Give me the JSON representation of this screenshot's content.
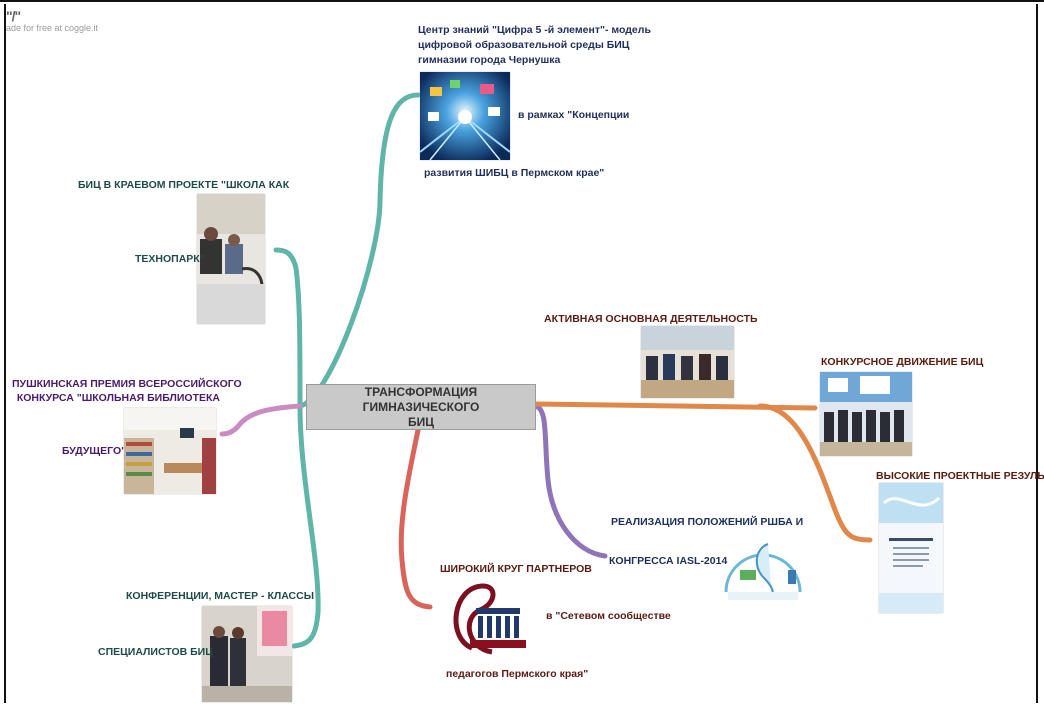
{
  "watermark": {
    "marks": "\"/\"",
    "text": "ade for free at coggle.it"
  },
  "center": {
    "title": "ТРАНСФОРМАЦИЯ ГИМНАЗИЧЕСКОГО\nБИЦ"
  },
  "nodes": {
    "top_center": {
      "line1": "Центр знаний \"Цифра 5 -й элемент\"- модель",
      "line2": "цифровой образовательной среды БИЦ",
      "line3": "гимназии города Чернушка",
      "line4": "в рамках \"Концепции",
      "line5": "развития ШИБЦ в Пермском крае\""
    },
    "technopark": {
      "line1": "БИЦ В КРАЕВОМ ПРОЕКТЕ \"ШКОЛА КАК",
      "line2": "ТЕХНОПАРК\""
    },
    "pushkin": {
      "line1": "ПУШКИНСКАЯ ПРЕМИЯ ВСЕРОССИЙСКОГО",
      "line2": "КОНКУРСА \"ШКОЛЬНАЯ БИБЛИОТЕКА",
      "line3": "БУДУЩЕГО\""
    },
    "conferences": {
      "line1": "КОНФЕРЕНЦИИ, МАСТЕР - КЛАССЫ",
      "line2": "СПЕЦИАЛИСТОВ БИЦ"
    },
    "active": {
      "label": "АКТИВНАЯ ОСНОВНАЯ ДЕЯТЕЛЬНОСТЬ"
    },
    "contest": {
      "label": "КОНКУРСНОЕ ДВИЖЕНИЕ БИЦ"
    },
    "results": {
      "label": "ВЫСОКИЕ ПРОЕКТНЫЕ РЕЗУЛЬТАТЫ"
    },
    "rshba": {
      "line1": "РЕАЛИЗАЦИЯ ПОЛОЖЕНИЙ РШБА И",
      "line2": "КОНГРЕССА IASL-2014"
    },
    "partners": {
      "line1": "ШИРОКИЙ КРУГ ПАРТНЕРОВ",
      "line2": "в \"Сетевом сообществе",
      "line3": "педагогов Пермского края\""
    }
  },
  "colors": {
    "teal": "#5fb5a7",
    "purple": "#8f74b8",
    "red": "#d9655a",
    "orange": "#e0884a",
    "pink": "#c98bc0"
  }
}
